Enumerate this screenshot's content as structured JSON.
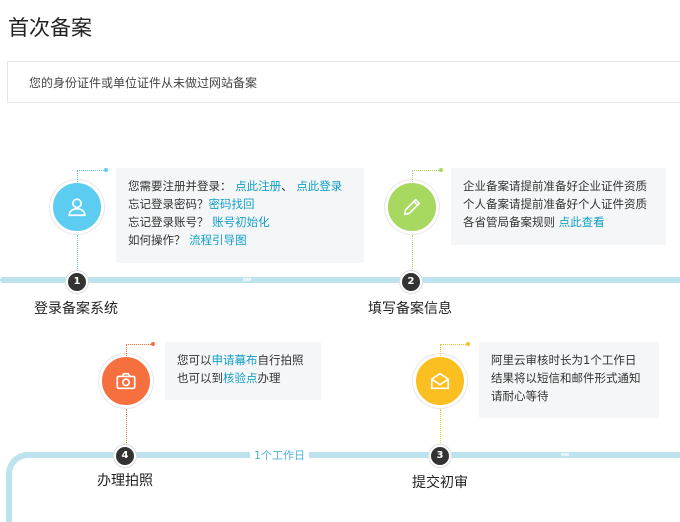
{
  "page": {
    "title": "首次备案"
  },
  "notice": {
    "text": "您的身份证件或单位证件从未做过网站备案"
  },
  "steps": [
    {
      "num": "1",
      "label": "登录备案系统",
      "color": "#5ccdf0",
      "icon": "user-icon",
      "lines": [
        {
          "pre": "您需要注册并登录： ",
          "link1": "点此注册",
          "mid": "、 ",
          "link2": "点此登录"
        },
        {
          "pre": "忘记登录密码？",
          "link1": "密码找回"
        },
        {
          "pre": "忘记登录账号？ ",
          "link1": "账号初始化"
        },
        {
          "pre": "如何操作？ ",
          "link1": "流程引导图"
        }
      ]
    },
    {
      "num": "2",
      "label": "填写备案信息",
      "color": "#a7d85f",
      "icon": "pencil-icon",
      "lines": [
        {
          "pre": "企业备案请提前准备好企业证件资质"
        },
        {
          "pre": "个人备案请提前准备好个人证件资质"
        },
        {
          "pre": "各省管局备案规则 ",
          "link1": "点此查看"
        }
      ]
    },
    {
      "num": "3",
      "label": "提交初审",
      "color": "#fbbf22",
      "icon": "envelope-icon",
      "lines": [
        {
          "pre": "阿里云审核时长为1个工作日"
        },
        {
          "pre": "结果将以短信和邮件形式通知"
        },
        {
          "pre": "请耐心等待"
        }
      ]
    },
    {
      "num": "4",
      "label": "办理拍照",
      "color": "#f6703f",
      "icon": "camera-icon",
      "lines": [
        {
          "pre": "您可以",
          "link1": "申请幕布",
          "post": "自行拍照"
        },
        {
          "pre": "也可以到",
          "link1": "核验点",
          "post": "办理"
        }
      ]
    }
  ],
  "duration": {
    "label": "1个工作日"
  },
  "colors": {
    "track": "#bde3ee",
    "link": "#13a0c6"
  }
}
